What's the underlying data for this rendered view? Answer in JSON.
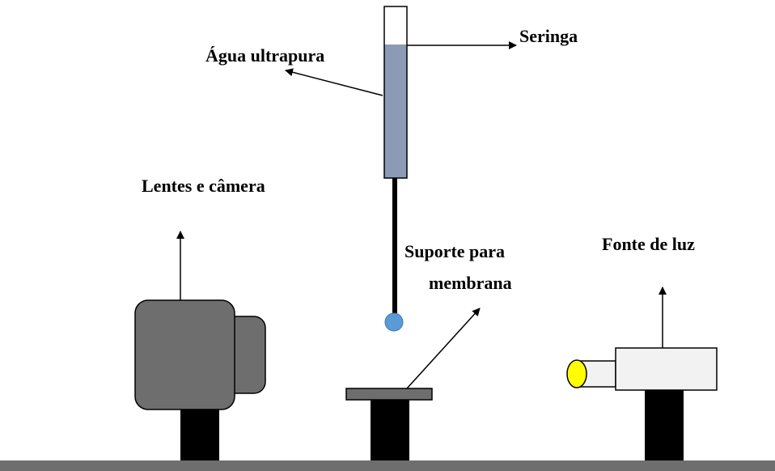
{
  "labels": {
    "seringa": "Seringa",
    "agua": "Água ultrapura",
    "lentes": "Lentes e câmera",
    "suporte_1": "Suporte para",
    "suporte_2": "membrana",
    "fonte": "Fonte de luz"
  },
  "colors": {
    "syringe_water": "#8C9BB5",
    "drop": "#5B9BD5",
    "camera_body": "#6E6E6E",
    "light_body": "#F2F2F2",
    "light_lens": "#FFFF00",
    "platform": "#6E6E6E",
    "stand": "#000000",
    "floor": "#6E6E6E"
  }
}
